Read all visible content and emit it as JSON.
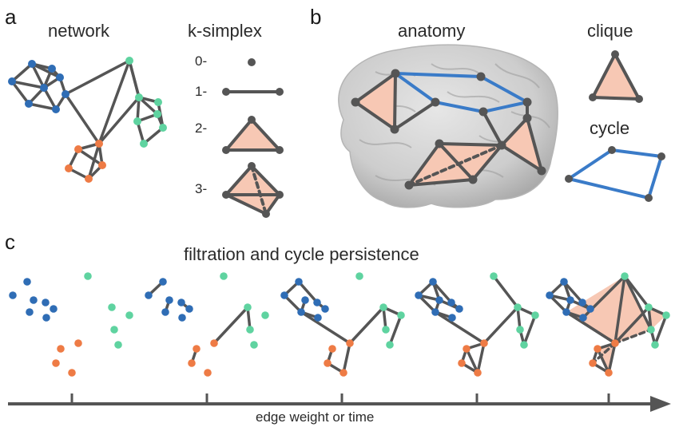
{
  "panels": {
    "a": {
      "letter": "a",
      "title_network": "network",
      "title_simplex": "k-simplex",
      "simplex_labels": [
        "0-",
        "1-",
        "2-",
        "3-"
      ]
    },
    "b": {
      "letter": "b",
      "title_anatomy": "anatomy",
      "title_clique": "clique",
      "title_cycle": "cycle"
    },
    "c": {
      "letter": "c",
      "title": "filtration and cycle persistence",
      "axis_label": "edge weight or time"
    }
  },
  "colors": {
    "blue": "#2f6db5",
    "green": "#5fd3a0",
    "orange": "#ee7b45",
    "edge": "#555555",
    "cycle_blue": "#3a7bc8",
    "simplex_fill": "#f7c8b4",
    "brain": "#cfcfcf"
  }
}
